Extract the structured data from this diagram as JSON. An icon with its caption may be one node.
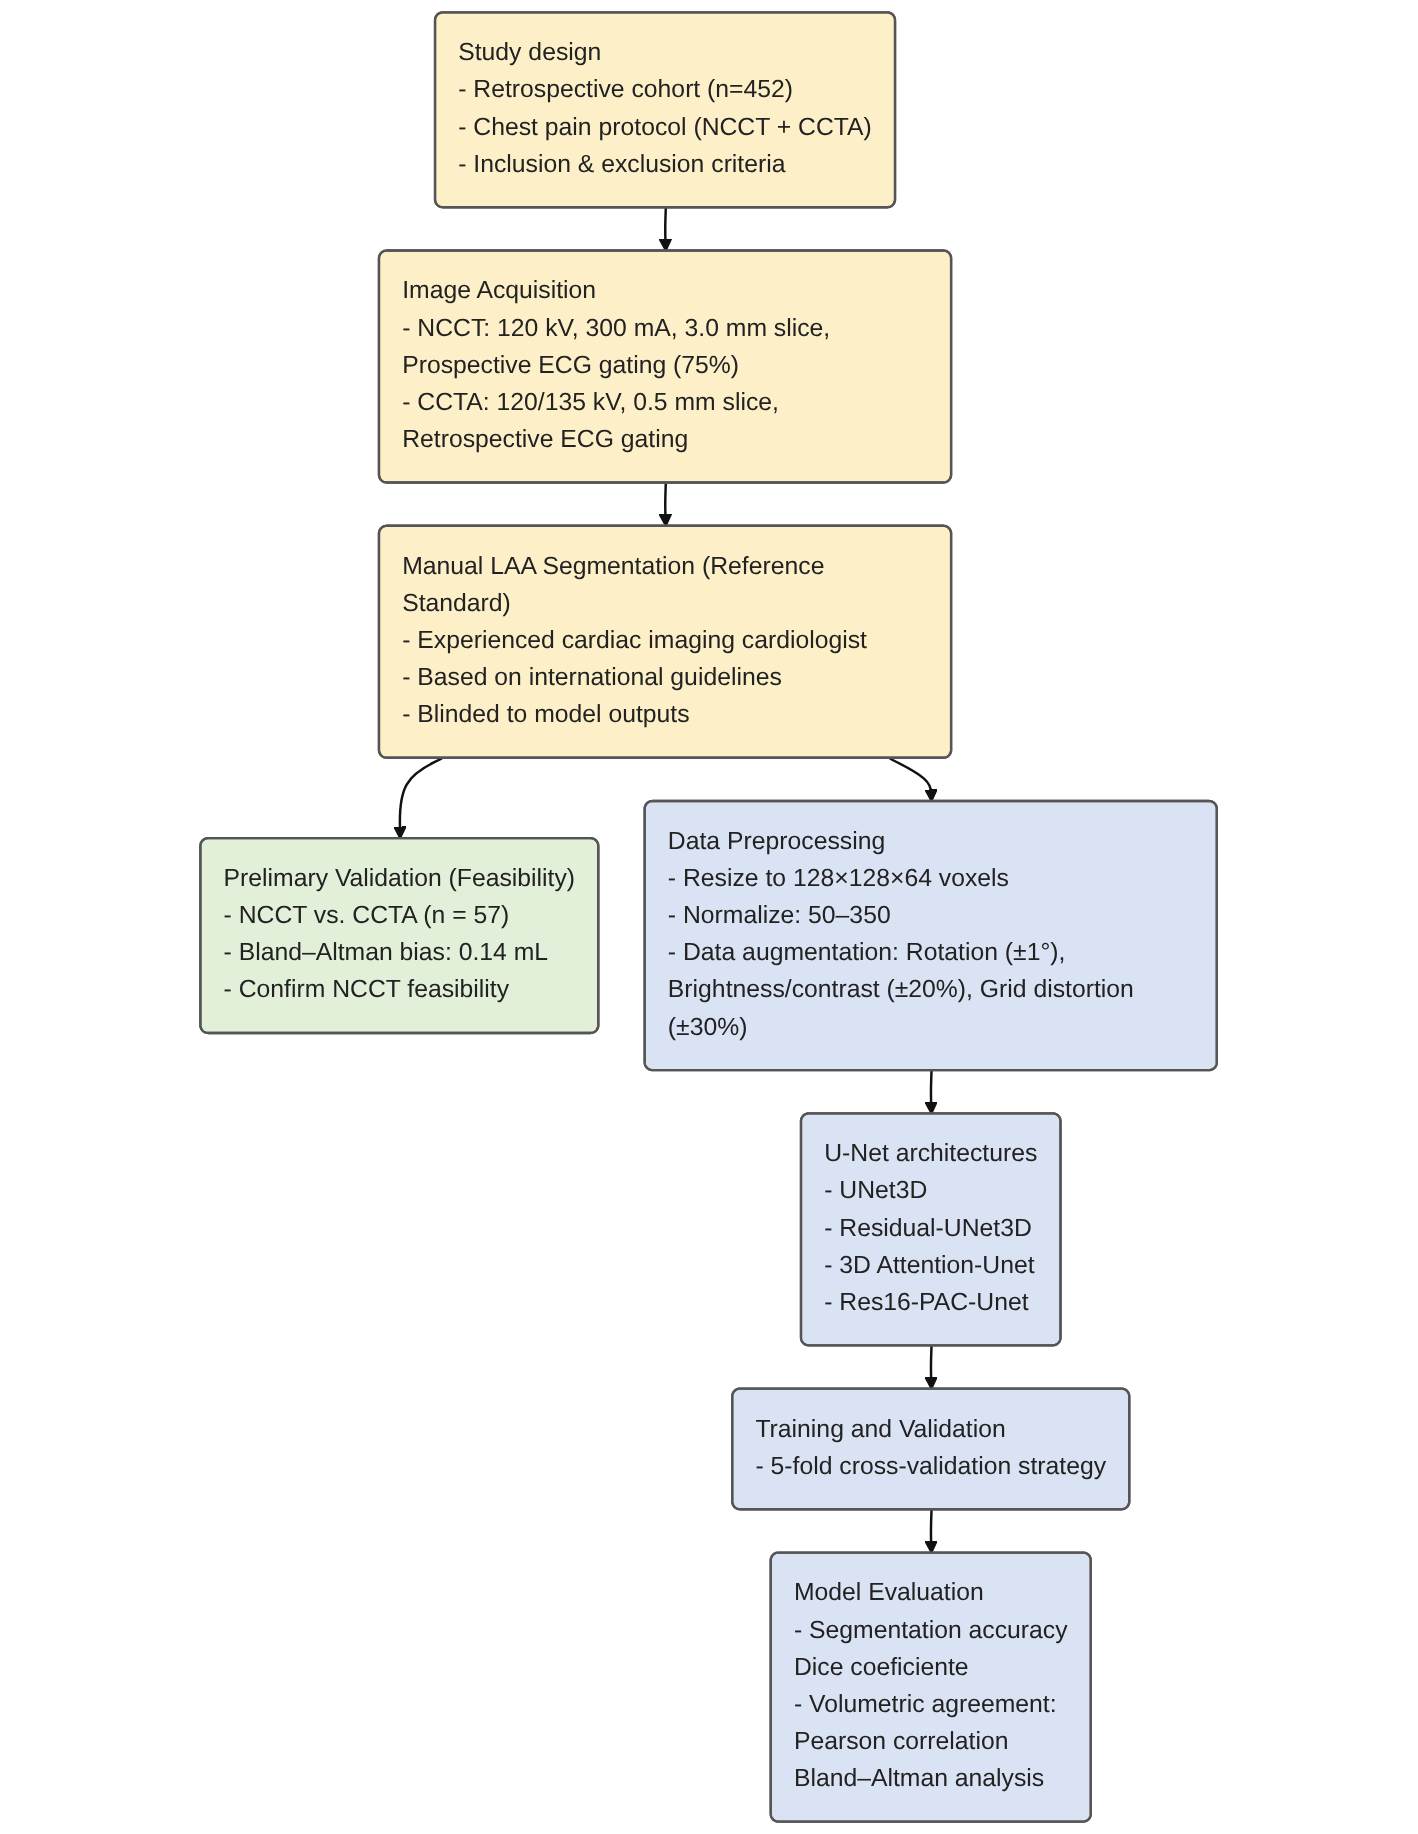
{
  "diagram": {
    "nodes": [
      {
        "text": [
          "Study design",
          "- Retrospective cohort (n=452)",
          "- Chest pain protocol (NCCT + CCTA)",
          "- Inclusion & exclusion criteria"
        ]
      },
      {
        "text": [
          "Image Acquisition",
          "- NCCT: 120 kV, 300 mA, 3.0 mm slice, Prospective ECG gating (75%)",
          "- CCTA: 120/135 kV, 0.5 mm slice, Retrospective ECG gating"
        ]
      },
      {
        "text": [
          "Manual LAA Segmentation (Reference Standard)",
          "- Experienced cardiac imaging cardiologist",
          "- Based on international guidelines",
          "- Blinded to model outputs"
        ]
      },
      {
        "text": [
          "Prelimary Validation (Feasibility)",
          "- NCCT vs. CCTA (n = 57)",
          "- Bland–Altman bias: 0.14 mL",
          "- Confirm NCCT feasibility"
        ]
      },
      {
        "text": [
          "Data Preprocessing",
          "- Resize to 128×128×64 voxels",
          "- Normalize: 50–350",
          "- Data augmentation: Rotation (±1°), Brightness/contrast (±20%), Grid distortion (±30%)"
        ]
      },
      {
        "text": [
          "U-Net architectures",
          "- UNet3D",
          "- Residual-UNet3D",
          "- 3D Attention-Unet",
          "- Res16-PAC-Unet"
        ]
      },
      {
        "text": [
          "Training and Validation",
          "- 5-fold cross-validation strategy"
        ]
      },
      {
        "text": [
          "Model Evaluation",
          "- Segmentation accuracy",
          "Dice coeficiente",
          "- Volumetric agreement:",
          "Pearson correlation",
          "Bland–Altman analysis"
        ]
      }
    ],
    "edges": [
      {
        "from": 0,
        "to": 1,
        "arrow": "to"
      },
      {
        "from": 1,
        "to": 2,
        "arrow": "to"
      },
      {
        "from": 2,
        "to": 3,
        "arrow": "to"
      },
      {
        "from": 2,
        "to": 4,
        "arrow": "to"
      },
      {
        "from": 4,
        "to": 5,
        "arrow": "to"
      },
      {
        "from": 5,
        "to": 6,
        "arrow": "to"
      },
      {
        "from": 6,
        "to": 7,
        "arrow": "to"
      }
    ]
  }
}
